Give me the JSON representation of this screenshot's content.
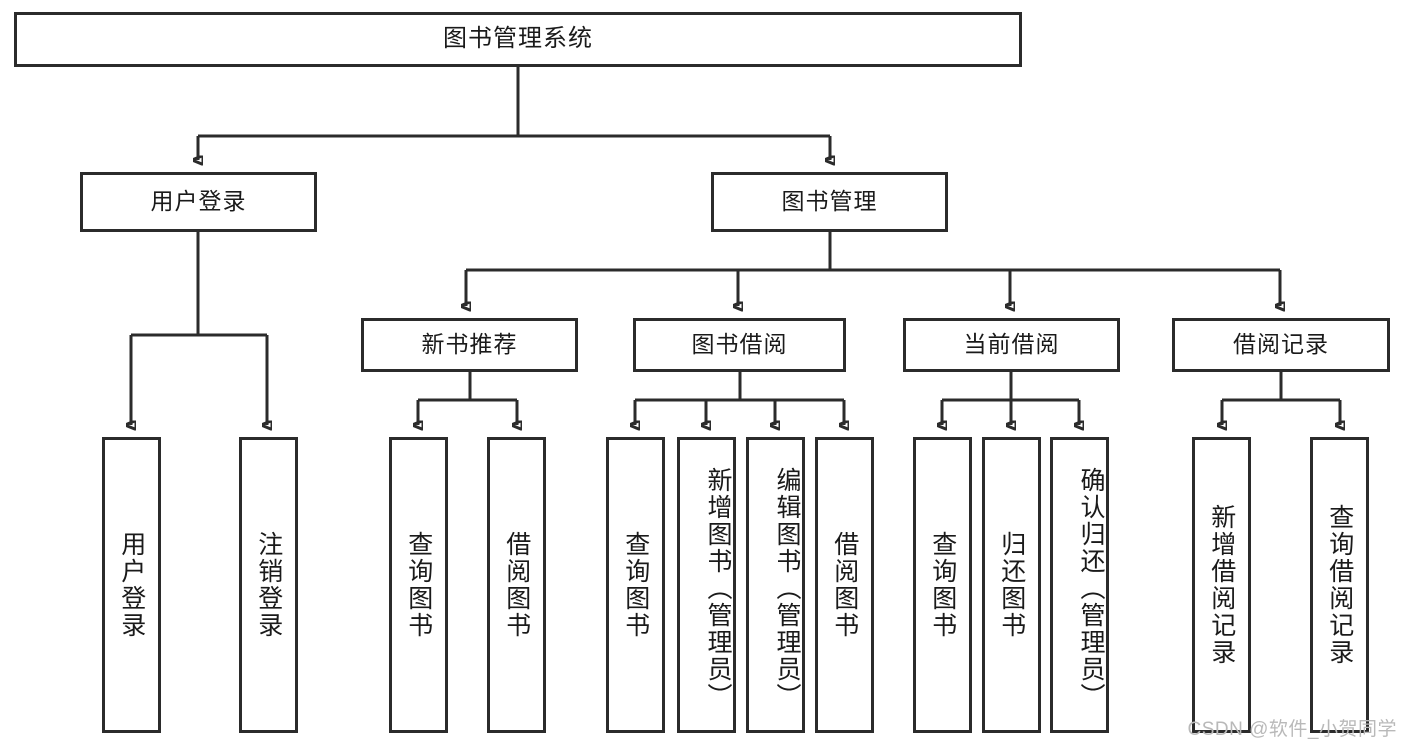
{
  "diagram": {
    "title": "图书管理系统",
    "type": "hierarchy-tree",
    "root": {
      "label": "图书管理系统"
    },
    "level1": [
      {
        "label": "用户登录"
      },
      {
        "label": "图书管理"
      }
    ],
    "level2": [
      {
        "label": "新书推荐"
      },
      {
        "label": "图书借阅"
      },
      {
        "label": "当前借阅"
      },
      {
        "label": "借阅记录"
      }
    ],
    "leaves": {
      "user_login": [
        {
          "label": "用户登录"
        },
        {
          "label": "注销登录"
        }
      ],
      "new_book_recommend": [
        {
          "label": "查询图书"
        },
        {
          "label": "借阅图书"
        }
      ],
      "book_borrow": [
        {
          "label": "查询图书"
        },
        {
          "label": "新增图书（管理员）"
        },
        {
          "label": "编辑图书（管理员）"
        },
        {
          "label": "借阅图书"
        }
      ],
      "current_borrow": [
        {
          "label": "查询图书"
        },
        {
          "label": "归还图书"
        },
        {
          "label": "确认归还（管理员）"
        }
      ],
      "borrow_record": [
        {
          "label": "新增借阅记录"
        },
        {
          "label": "查询借阅记录"
        }
      ]
    }
  },
  "watermark": {
    "text": "CSDN @软件_小贺同学"
  },
  "colors": {
    "stroke": "#2b2b2b",
    "background": "#ffffff",
    "text": "#1a1a1a",
    "watermark": "#b9b9b9"
  }
}
